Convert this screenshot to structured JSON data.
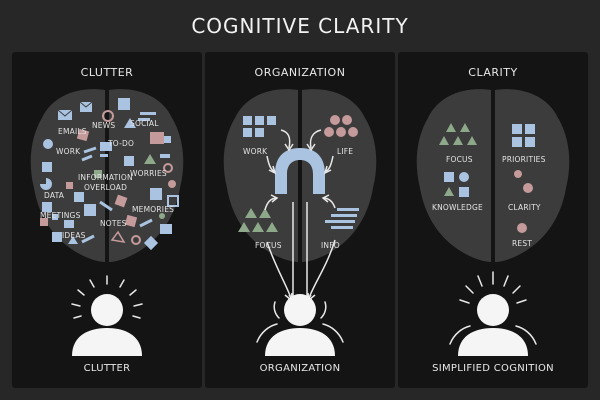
{
  "title": "COGNITIVE CLARITY",
  "panels": [
    {
      "header": "CLUTTER",
      "footer": "CLUTTER",
      "labels": [
        "EMAILS",
        "NEWS",
        "SOCIAL",
        "TO-DO",
        "WORK",
        "WORRIES",
        "INFORMATION",
        "OVERLOAD",
        "DATA",
        "MEETINGS",
        "MEMORIES",
        "NOTES",
        "IDEAS"
      ]
    },
    {
      "header": "ORGANIZATION",
      "footer": "ORGANIZATION",
      "labels": [
        "WORK",
        "LIFE",
        "FOCUS",
        "INFO"
      ]
    },
    {
      "header": "CLARITY",
      "footer": "SIMPLIFIED COGNITION",
      "labels": [
        "FOCUS",
        "PRIORITIES",
        "KNOWLEDGE",
        "CLARITY",
        "REST"
      ]
    }
  ],
  "colors": {
    "background": "#272727",
    "panel": "#141414",
    "brain": "#3c3c3c",
    "blue": "#a9c3e0",
    "mauve": "#c49a9a",
    "sage": "#8ea88a",
    "white": "#f5f5f5"
  }
}
